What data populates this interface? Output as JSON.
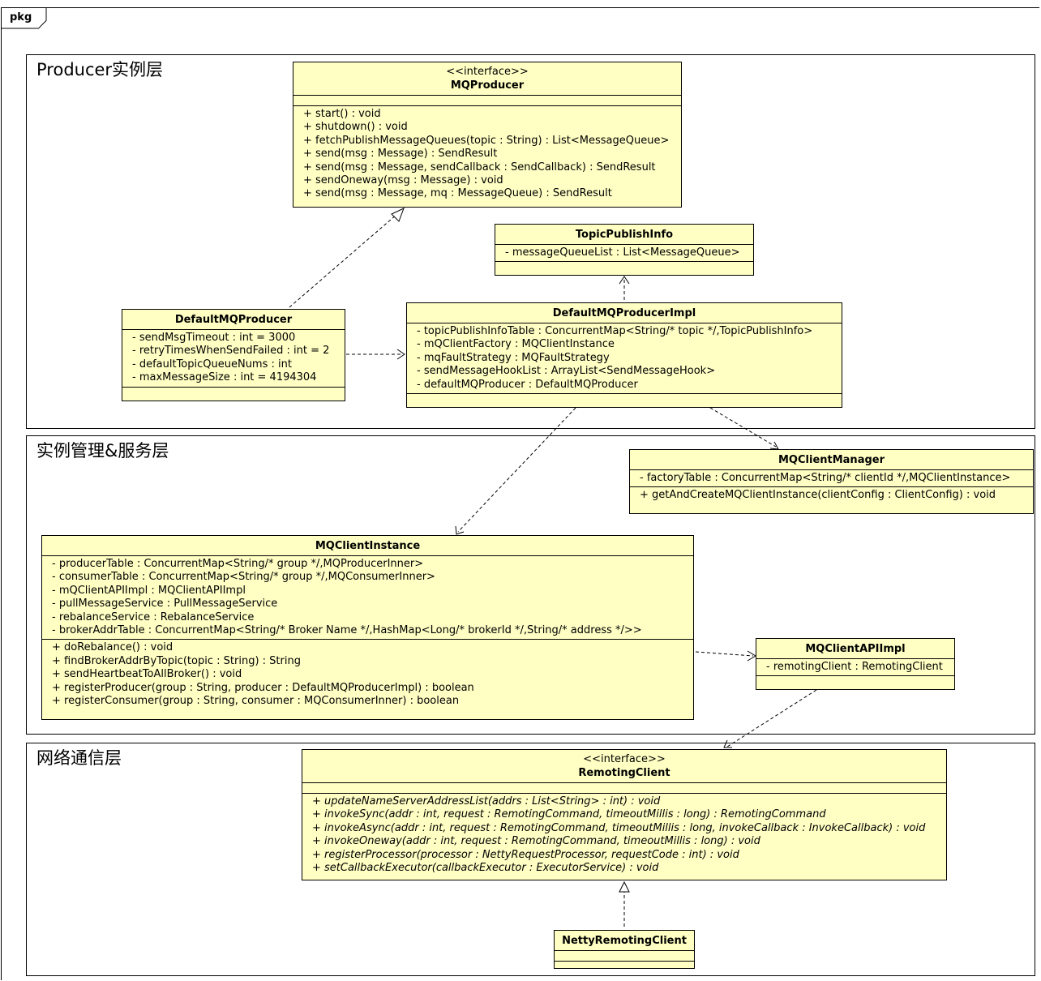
{
  "package": {
    "label": "pkg"
  },
  "layers": [
    {
      "title": "Producer实例层"
    },
    {
      "title": "实例管理&服务层"
    },
    {
      "title": "网络通信层"
    }
  ],
  "classes": {
    "mqproducer": {
      "stereotype": "<<interface>>",
      "name": "MQProducer",
      "attributes": [],
      "operations": [
        "+ start() : void",
        "+ shutdown() : void",
        "+ fetchPublishMessageQueues(topic : String) : List<MessageQueue>",
        "+ send(msg : Message) : SendResult",
        "+ send(msg : Message, sendCallback : SendCallback) : SendResult",
        "+ sendOneway(msg : Message) : void",
        "+ send(msg : Message, mq : MessageQueue) : SendResult"
      ]
    },
    "topicpublishinfo": {
      "name": "TopicPublishInfo",
      "attributes": [
        "- messageQueueList : List<MessageQueue>"
      ],
      "operations": []
    },
    "defaultmqproducer": {
      "name": "DefaultMQProducer",
      "attributes": [
        "- sendMsgTimeout : int = 3000",
        "- retryTimesWhenSendFailed : int = 2",
        "- defaultTopicQueueNums : int",
        "- maxMessageSize : int = 4194304"
      ],
      "operations": []
    },
    "defaultmqproducerimpl": {
      "name": "DefaultMQProducerImpl",
      "attributes": [
        "- topicPublishInfoTable : ConcurrentMap<String/* topic */,TopicPublishInfo>",
        "- mQClientFactory : MQClientInstance",
        "- mqFaultStrategy : MQFaultStrategy",
        "- sendMessageHookList : ArrayList<SendMessageHook>",
        "- defaultMQProducer : DefaultMQProducer"
      ],
      "operations": []
    },
    "mqclientmanager": {
      "name": "MQClientManager",
      "attributes": [
        "- factoryTable : ConcurrentMap<String/* clientId */,MQClientInstance>"
      ],
      "operations": [
        "+ getAndCreateMQClientInstance(clientConfig : ClientConfig) : void"
      ]
    },
    "mqclientinstance": {
      "name": "MQClientInstance",
      "attributes": [
        "- producerTable : ConcurrentMap<String/* group */,MQProducerInner>",
        "- consumerTable : ConcurrentMap<String/* group */,MQConsumerInner>",
        "- mQClientAPIImpl : MQClientAPIImpl",
        "- pullMessageService : PullMessageService",
        "- rebalanceService : RebalanceService",
        "- brokerAddrTable : ConcurrentMap<String/* Broker Name */,HashMap<Long/* brokerId */,String/* address */>>"
      ],
      "operations": [
        "+ doRebalance() : void",
        "+ findBrokerAddrByTopic(topic : String) : String",
        "+ sendHeartbeatToAllBroker() : void",
        "+ registerProducer(group : String, producer : DefaultMQProducerImpl) : boolean",
        "+ registerConsumer(group : String, consumer : MQConsumerInner) : boolean"
      ]
    },
    "mqclientapiimpl": {
      "name": "MQClientAPIImpl",
      "attributes": [
        "- remotingClient : RemotingClient"
      ],
      "operations": []
    },
    "remotingclient": {
      "stereotype": "<<interface>>",
      "name": "RemotingClient",
      "attributes": [],
      "operations": [
        "+ updateNameServerAddressList(addrs : List<String> : int) : void",
        "+ invokeSync(addr : int, request : RemotingCommand, timeoutMillis : long) : RemotingCommand",
        "+ invokeAsync(addr : int, request : RemotingCommand, timeoutMillis : long, invokeCallback : InvokeCallback) : void",
        "+ invokeOneway(addr : int, request : RemotingCommand, timeoutMillis : long) : void",
        "+ registerProcessor(processor : NettyRequestProcessor, requestCode : int) : void",
        "+ setCallbackExecutor(callbackExecutor : ExecutorService) : void"
      ]
    },
    "nettyremotingclient": {
      "name": "NettyRemotingClient",
      "attributes": [],
      "operations": []
    }
  },
  "colors": {
    "class_fill": "#ffffc4",
    "line": "#000000"
  }
}
